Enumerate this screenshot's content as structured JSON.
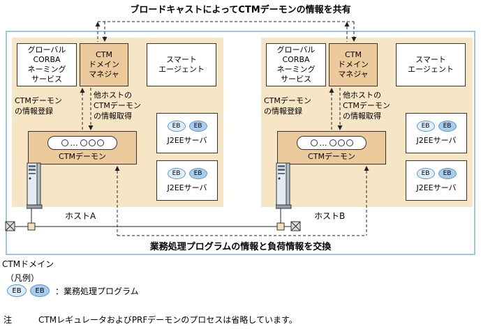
{
  "diagram": {
    "broadcast_caption": "ブロードキャストによってCTMデーモンの情報を共有",
    "exchange_caption": "業務処理プログラムの情報と負荷情報を交換",
    "domain_label": "CTMドメイン",
    "process_ellipsis": "…"
  },
  "colors": {
    "domain_border": "#9cc6e2",
    "host_fill": "#f6e6c6",
    "manager_fill": "#ecca9c",
    "eb_fill": "#a6cdee"
  },
  "hosts": [
    {
      "name": "ホストA",
      "naming_service": "グローバル\nCORBA\nネーミング\nサービス",
      "domain_manager": "CTM\nドメイン\nマネジャ",
      "smart_agent": "スマート\nエージェント",
      "daemon_label": "CTMデーモン",
      "j2ee_label": "J2EEサーバ",
      "eb_label": "EB",
      "register_label": "CTMデーモン\nの情報登録",
      "fetch_label": "他ホストの\nCTMデーモン\nの情報取得"
    },
    {
      "name": "ホストB",
      "naming_service": "グローバル\nCORBA\nネーミング\nサービス",
      "domain_manager": "CTM\nドメイン\nマネジャ",
      "smart_agent": "スマート\nエージェント",
      "daemon_label": "CTMデーモン",
      "j2ee_label": "J2EEサーバ",
      "eb_label": "EB",
      "register_label": "CTMデーモン\nの情報登録",
      "fetch_label": "他ホストの\nCTMデーモン\nの情報取得"
    }
  ],
  "legend": {
    "heading": "（凡例）",
    "eb_label": "EB",
    "description": "：業務処理プログラム"
  },
  "note": {
    "label": "注",
    "text": "CTMレギュレータおよびPRFデーモンのプロセスは省略しています。"
  }
}
